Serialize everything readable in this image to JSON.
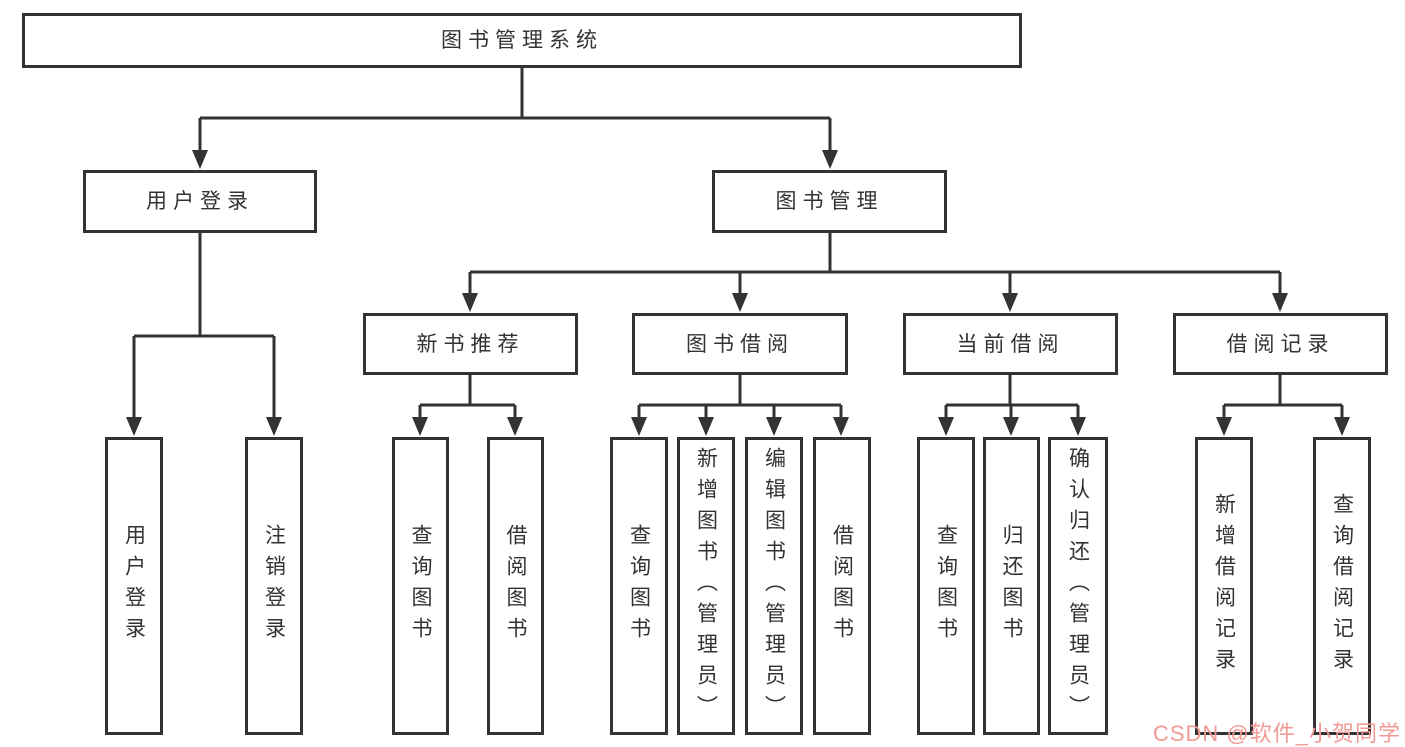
{
  "diagram": {
    "root": {
      "label": "图书管理系统"
    },
    "user_login": {
      "label": "用户登录",
      "children": [
        {
          "label": "用户登录"
        },
        {
          "label": "注销登录"
        }
      ]
    },
    "book_management": {
      "label": "图书管理",
      "children": [
        {
          "label": "新书推荐",
          "children": [
            {
              "label": "查询图书"
            },
            {
              "label": "借阅图书"
            }
          ]
        },
        {
          "label": "图书借阅",
          "children": [
            {
              "label": "查询图书"
            },
            {
              "label": "新增图书（管理员）"
            },
            {
              "label": "编辑图书（管理员）"
            },
            {
              "label": "借阅图书"
            }
          ]
        },
        {
          "label": "当前借阅",
          "children": [
            {
              "label": "查询图书"
            },
            {
              "label": "归还图书"
            },
            {
              "label": "确认归还（管理员）"
            }
          ]
        },
        {
          "label": "借阅记录",
          "children": [
            {
              "label": "新增借阅记录"
            },
            {
              "label": "查询借阅记录"
            }
          ]
        }
      ]
    }
  },
  "watermark": {
    "text": "CSDN @软件_小贺同学",
    "color": "#f19a95"
  },
  "colors": {
    "line": "#333333",
    "box_border": "#333333",
    "text": "#333333",
    "background": "#ffffff"
  }
}
